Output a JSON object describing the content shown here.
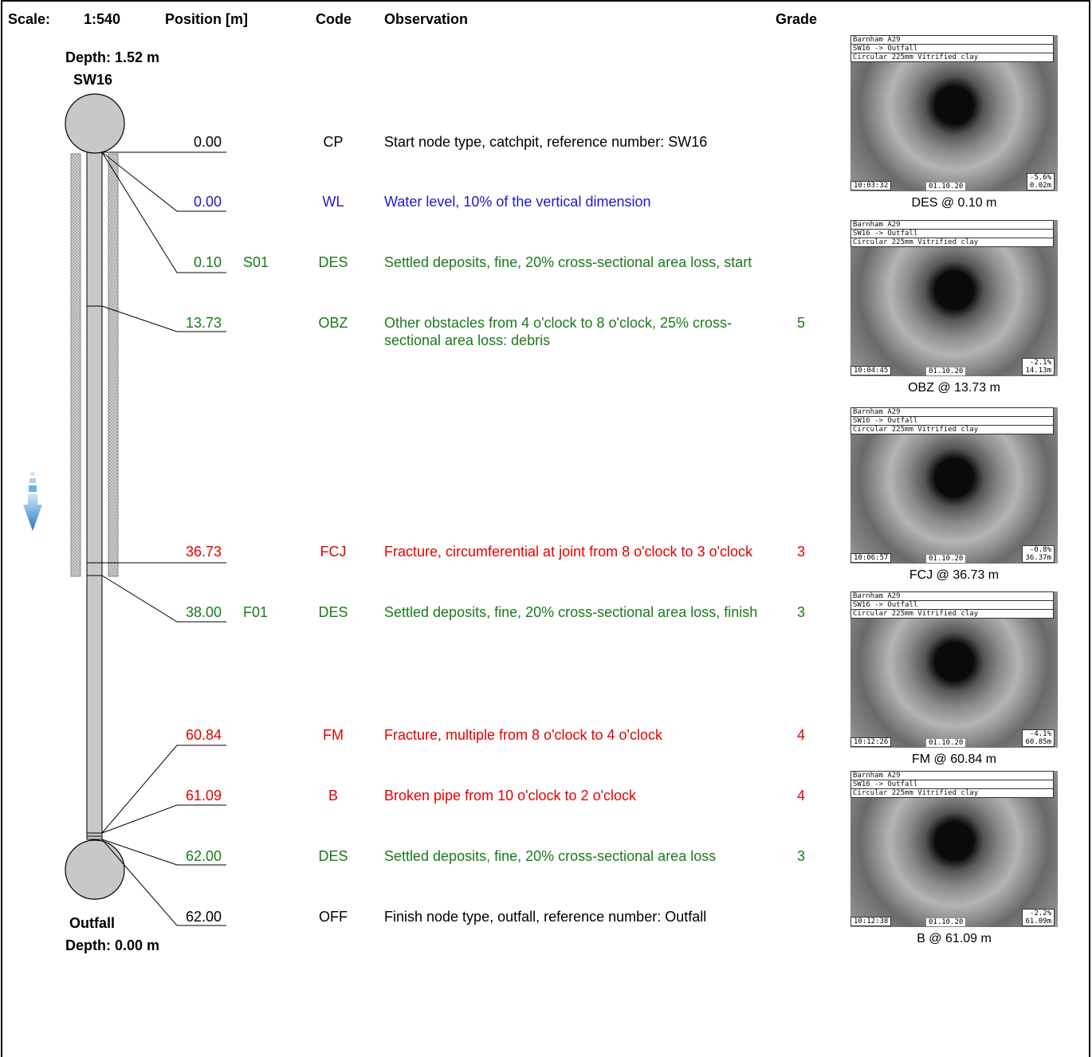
{
  "header": {
    "scale_label": "Scale:",
    "scale_value": "1:540",
    "position_label": "Position [m]",
    "code_label": "Code",
    "observation_label": "Observation",
    "grade_label": "Grade"
  },
  "start_node": {
    "depth": "Depth: 1.52 m",
    "name": "SW16"
  },
  "finish_node": {
    "name": "Outfall",
    "depth": "Depth: 0.00 m"
  },
  "rows": [
    {
      "pos": "0.00",
      "ref": "",
      "code": "CP",
      "obs": "Start node type, catchpit, reference number: SW16",
      "grade": "",
      "color": "#000000"
    },
    {
      "pos": "0.00",
      "ref": "",
      "code": "WL",
      "obs": "Water level, 10% of the vertical dimension",
      "grade": "",
      "color": "#1a1acc"
    },
    {
      "pos": "0.10",
      "ref": "S01",
      "code": "DES",
      "obs": "Settled deposits, fine, 20% cross-sectional area loss, start",
      "grade": "",
      "color": "#1a7a1a"
    },
    {
      "pos": "13.73",
      "ref": "",
      "code": "OBZ",
      "obs": "Other obstacles from 4 o'clock to 8 o'clock, 25% cross-sectional area loss: debris",
      "grade": "5",
      "color": "#1a7a1a"
    },
    {
      "pos": "36.73",
      "ref": "",
      "code": "FCJ",
      "obs": "Fracture, circumferential at joint from 8 o'clock to 3 o'clock",
      "grade": "3",
      "color": "#e60000"
    },
    {
      "pos": "38.00",
      "ref": "F01",
      "code": "DES",
      "obs": "Settled deposits, fine, 20% cross-sectional area loss, finish",
      "grade": "3",
      "color": "#1a7a1a"
    },
    {
      "pos": "60.84",
      "ref": "",
      "code": "FM",
      "obs": "Fracture, multiple from 8 o'clock to 4 o'clock",
      "grade": "4",
      "color": "#e60000"
    },
    {
      "pos": "61.09",
      "ref": "",
      "code": "B",
      "obs": "Broken pipe from 10 o'clock to 2 o'clock",
      "grade": "4",
      "color": "#e60000"
    },
    {
      "pos": "62.00",
      "ref": "",
      "code": "DES",
      "obs": "Settled deposits, fine, 20% cross-sectional area loss",
      "grade": "3",
      "color": "#1a7a1a"
    },
    {
      "pos": "62.00",
      "ref": "",
      "code": "OFF",
      "obs": "Finish node type, outfall, reference number: Outfall",
      "grade": "",
      "color": "#000000"
    }
  ],
  "thumbnails": [
    {
      "overlay": [
        "Barnham A29",
        "SW16 -> Outfall",
        "Circular 225mm Vitrified clay"
      ],
      "time": "10:03:32",
      "date": "01.10.20",
      "grad": "-5.6%",
      "dist": "0.02m",
      "caption": "DES @ 0.10 m"
    },
    {
      "overlay": [
        "Barnham A29",
        "SW16 -> Outfall",
        "Circular 225mm Vitrified clay"
      ],
      "time": "10:04:45",
      "date": "01.10.20",
      "grad": "-2.1%",
      "dist": "14.13m",
      "caption": "OBZ @ 13.73 m"
    },
    {
      "overlay": [
        "Barnham A29",
        "SW16 -> Outfall",
        "Circular 225mm Vitrified clay"
      ],
      "time": "10:06:57",
      "date": "01.10.20",
      "grad": "-0.8%",
      "dist": "36.37m",
      "caption": "FCJ @ 36.73 m"
    },
    {
      "overlay": [
        "Barnham A29",
        "SW16 -> Outfall",
        "Circular 225mm Vitrified clay"
      ],
      "time": "10:12:26",
      "date": "01.10.20",
      "grad": "-4.1%",
      "dist": "60.85m",
      "caption": "FM @ 60.84 m"
    },
    {
      "overlay": [
        "Barnham A29",
        "SW16 -> Outfall",
        "Circular 225mm Vitrified clay"
      ],
      "time": "10:12:38",
      "date": "01.10.20",
      "grad": "-2.2%",
      "dist": "61.09m",
      "caption": "B @ 61.09 m"
    }
  ]
}
